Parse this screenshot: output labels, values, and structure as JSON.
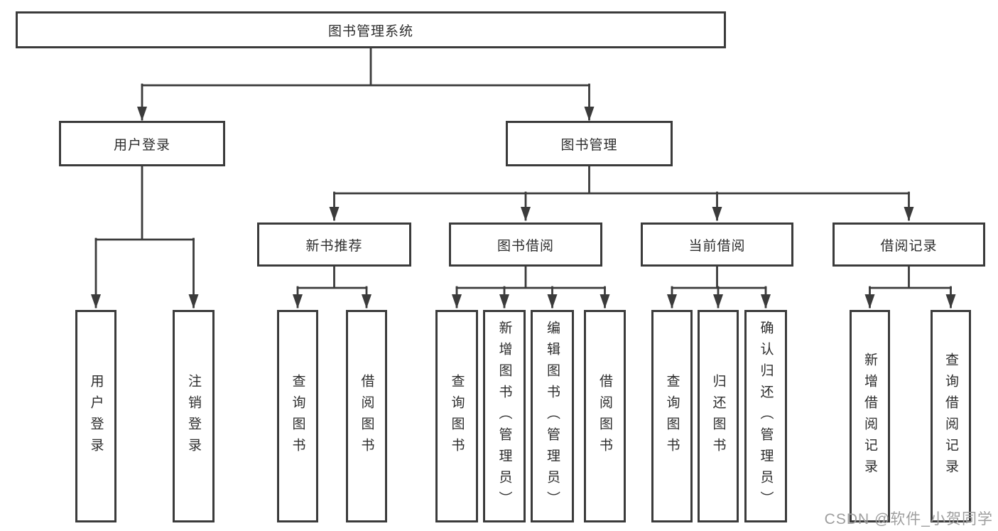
{
  "diagram": {
    "title": "图书管理系统",
    "tree": {
      "label": "图书管理系统",
      "children": [
        {
          "label": "用户登录",
          "children": [
            {
              "label": "用户登录"
            },
            {
              "label": "注销登录"
            }
          ]
        },
        {
          "label": "图书管理",
          "children": [
            {
              "label": "新书推荐",
              "children": [
                {
                  "label": "查询图书"
                },
                {
                  "label": "借阅图书"
                }
              ]
            },
            {
              "label": "图书借阅",
              "children": [
                {
                  "label": "查询图书"
                },
                {
                  "label": "新增图书（管理员）"
                },
                {
                  "label": "编辑图书（管理员）"
                },
                {
                  "label": "借阅图书"
                }
              ]
            },
            {
              "label": "当前借阅",
              "children": [
                {
                  "label": "查询图书"
                },
                {
                  "label": "归还图书"
                },
                {
                  "label": "确认归还（管理员）"
                }
              ]
            },
            {
              "label": "借阅记录",
              "children": [
                {
                  "label": "新增借阅记录"
                },
                {
                  "label": "查询借阅记录"
                }
              ]
            }
          ]
        }
      ]
    },
    "watermark": "CSDN @软件_小贺同学",
    "colors": {
      "line": "#3b3b3b",
      "box_border": "#3b3b3b",
      "box_fill": "#ffffff",
      "text": "#2d2d2d",
      "watermark": "#9e9e9e",
      "background": "#ffffff"
    }
  }
}
